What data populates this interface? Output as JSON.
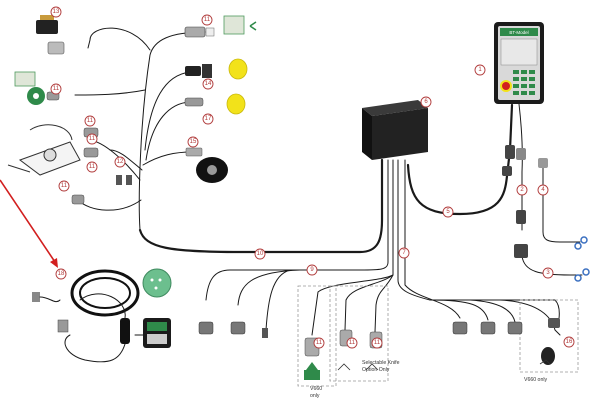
{
  "callouts": {
    "c13": "13",
    "c11a": "11",
    "c11b": "11",
    "c14": "14",
    "c17": "17",
    "c15": "15",
    "c11c": "11",
    "c11d": "11",
    "c11e": "11",
    "c12": "12",
    "c11f": "11",
    "c18": "18",
    "c1": "1",
    "c6": "6",
    "c5": "5",
    "c2": "2",
    "c4": "4",
    "c3": "3",
    "c10": "10",
    "c9": "9",
    "c7": "7",
    "c11g": "11",
    "c11h": "11",
    "c11i": "11",
    "c16": "16"
  },
  "notes": {
    "knife_option_line1": "Selectable Knife",
    "knife_option_line2": "Option Only",
    "v660_line1": "V660",
    "v660_line2": "only",
    "v660_right": "V660 only"
  },
  "controller": {
    "brand": "BT-Model"
  },
  "colors": {
    "green": "#2f8a4a",
    "yellow": "#f2e21a",
    "arrow": "#d21f1f",
    "callout": "#b03a3a"
  }
}
